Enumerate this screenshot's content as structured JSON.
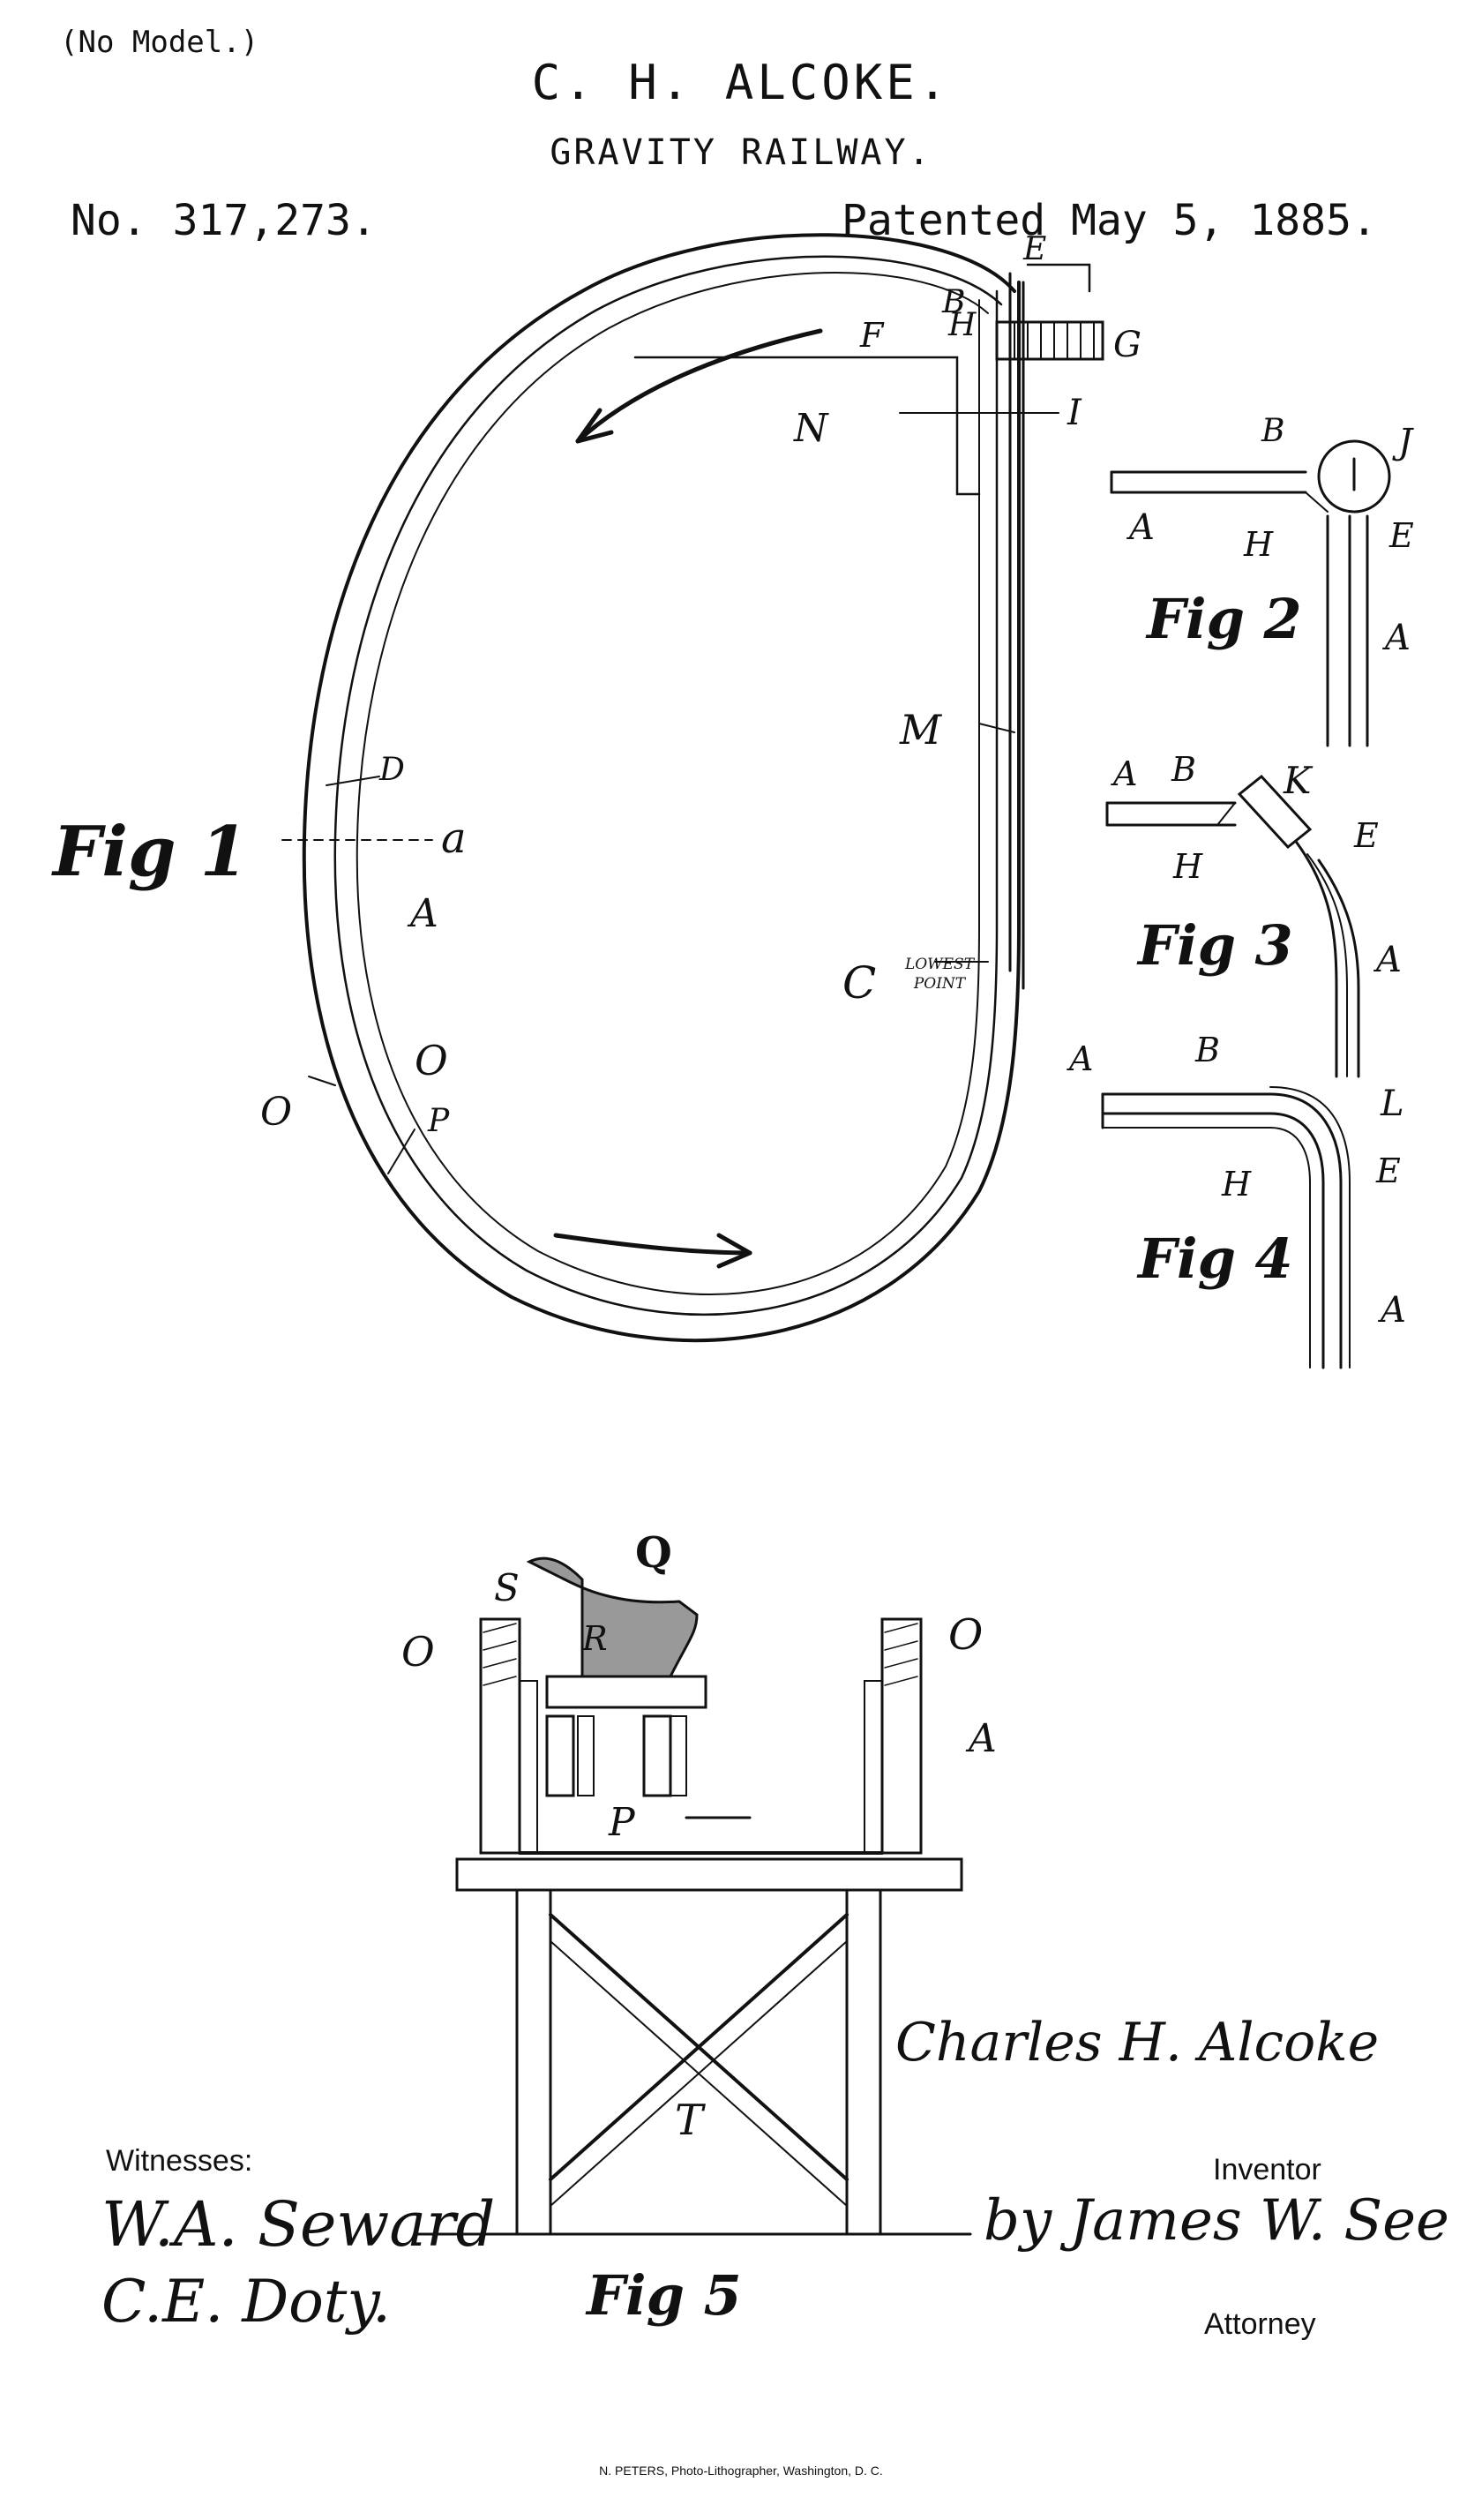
{
  "header": {
    "no_model": "(No Model.)",
    "inventor_name": "C. H. ALCOKE.",
    "title": "GRAVITY RAILWAY.",
    "patent_number": "No. 317,273.",
    "patent_date": "Patented May 5, 1885."
  },
  "figure_labels": {
    "fig1": "Fig 1",
    "fig2": "Fig 2",
    "fig3": "Fig 3",
    "fig4": "Fig 4",
    "fig5": "Fig 5"
  },
  "fig1_letters": {
    "E": "E",
    "B": "B",
    "H": "H",
    "F": "F",
    "G": "G",
    "I": "I",
    "N": "N",
    "M": "M",
    "D": "D",
    "a": "a",
    "A": "A",
    "C": "C",
    "lowest_point": "LOWEST POINT",
    "O_left": "O",
    "O_inner": "O",
    "P": "P"
  },
  "fig2_letters": {
    "B": "B",
    "J": "J",
    "A_top": "A",
    "H": "H",
    "E": "E",
    "A_right": "A"
  },
  "fig3_letters": {
    "A": "A",
    "B": "B",
    "K": "K",
    "H": "H",
    "E": "E",
    "A_right": "A"
  },
  "fig4_letters": {
    "A": "A",
    "B": "B",
    "L": "L",
    "H": "H",
    "E": "E",
    "A_bottom": "A"
  },
  "fig5_letters": {
    "S": "S",
    "Q": "Q",
    "O_left": "O",
    "R": "R",
    "O_right": "O",
    "A": "A",
    "P": "P",
    "T": "T"
  },
  "signatures": {
    "witnesses_label": "Witnesses:",
    "witness_1": "W.A. Seward",
    "witness_2": "C.E. Doty.",
    "inventor_signature": "Charles H. Alcoke",
    "inventor_label": "Inventor",
    "attorney_signature": "by James W. See",
    "attorney_label": "Attorney"
  },
  "footer": "N. PETERS, Photo-Lithographer, Washington, D. C."
}
